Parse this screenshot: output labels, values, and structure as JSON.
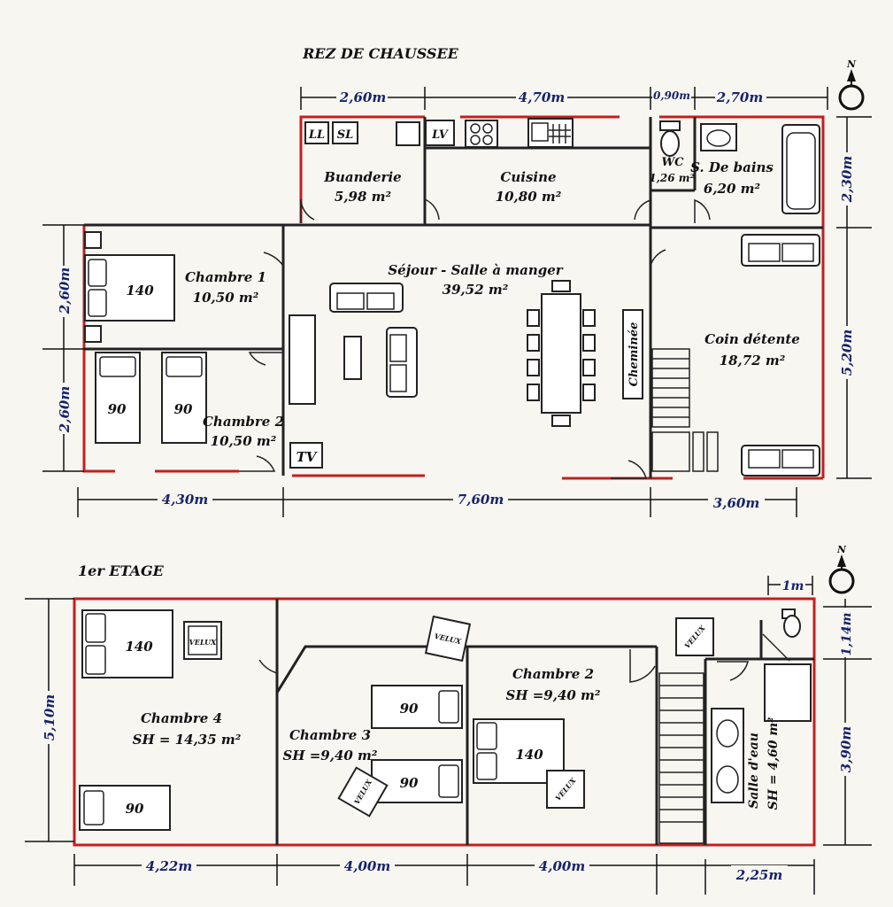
{
  "ground_floor": {
    "title": "REZ DE CHAUSSEE",
    "rooms": {
      "buanderie": {
        "name": "Buanderie",
        "area": "5,98 m²"
      },
      "cuisine": {
        "name": "Cuisine",
        "area": "10,80 m²"
      },
      "wc": {
        "name": "WC",
        "area": "1,26 m²"
      },
      "bains": {
        "name": "S. De bains",
        "area": "6,20 m²"
      },
      "chambre1": {
        "name": "Chambre 1",
        "area": "10,50 m²"
      },
      "chambre2": {
        "name": "Chambre 2",
        "area": "10,50 m²"
      },
      "sejour": {
        "name": "Séjour - Salle à manger",
        "area": "39,52 m²"
      },
      "detente": {
        "name": "Coin détente",
        "area": "18,72 m²"
      }
    },
    "fixtures": {
      "ll": "LL",
      "sl": "SL",
      "lv": "LV",
      "tv": "TV",
      "cheminee": "Cheminée",
      "bed1": "140",
      "bed2": "90",
      "bed3": "90"
    },
    "dims": {
      "top1": "2,60m",
      "top2": "4,70m",
      "top3": "0,90m",
      "top4": "2,70m",
      "left1": "2,60m",
      "left2": "2,60m",
      "right1": "2,30m",
      "right2": "5,20m",
      "bot1": "4,30m",
      "bot2": "7,60m",
      "bot3": "3,60m"
    }
  },
  "first_floor": {
    "title": "1er ETAGE",
    "rooms": {
      "chambre4": {
        "name": "Chambre 4",
        "area": "SH = 14,35 m²"
      },
      "chambre3": {
        "name": "Chambre 3",
        "area": "SH =9,40 m²"
      },
      "chambre2": {
        "name": "Chambre 2",
        "area": "SH =9,40 m²"
      },
      "salle_eau": {
        "name": "Salle d'eau",
        "area": "SH = 4,60 m²"
      }
    },
    "fixtures": {
      "velux": "VELUX",
      "bed_c4a": "140",
      "bed_c4b": "90",
      "bed_c3a": "90",
      "bed_c3b": "90",
      "bed_c2": "140"
    },
    "dims": {
      "top1": "1m",
      "left": "5,10m",
      "right1": "1,14m",
      "right2": "3,90m",
      "bot1": "4,22m",
      "bot2": "4,00m",
      "bot3": "4,00m",
      "bot4": "2,25m"
    }
  },
  "compass": {
    "label": "N"
  },
  "colors": {
    "wall": "#222222",
    "red_boundary": "#c41e1e",
    "dimension_text": "#17236b"
  }
}
